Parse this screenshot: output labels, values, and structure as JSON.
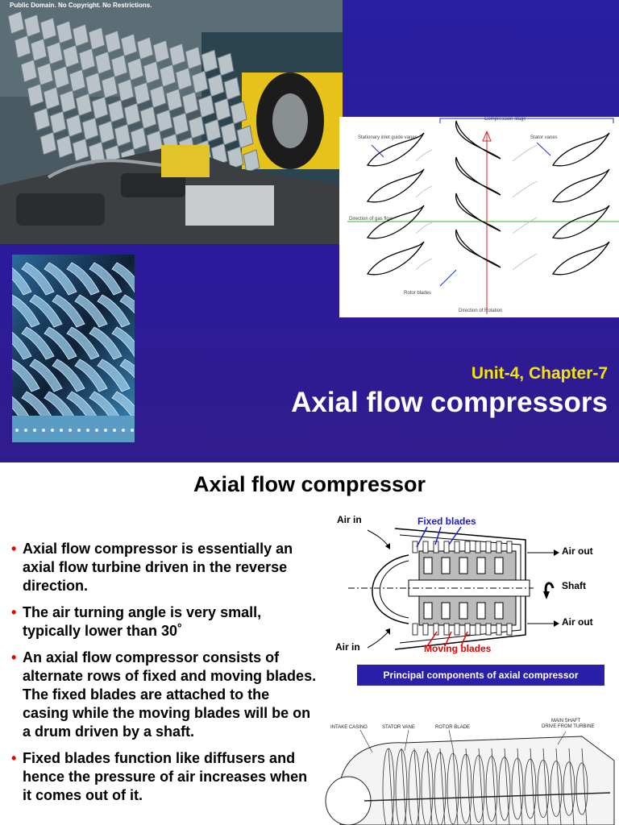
{
  "slide1": {
    "photo_note": "Public Domain. No Copyright. No Restrictions.",
    "unit": "Unit-4, Chapter-7",
    "title": "Axial flow compressors",
    "diagram": {
      "compression_stage": "Compression stage",
      "inlet_guide_vanes": "Stationary inlet guide vanes",
      "stator_vanes": "Stator vanes",
      "gas_flow": "Direction of gas flow",
      "rotor_blades": "Rotor blades",
      "rotation": "Direction of Rotation"
    }
  },
  "slide2": {
    "title": "Axial flow compressor",
    "bullets": [
      "Axial flow compressor is essentially an axial flow turbine driven in the reverse direction.",
      "The air turning angle is very small, typically lower than 30˚",
      "An axial flow compressor consists of alternate rows of fixed and moving blades. The fixed blades are attached to the casing while the moving blades will be on a drum driven by a shaft.",
      "Fixed blades function like diffusers and hence the pressure of air increases when it comes out of it."
    ],
    "diagram": {
      "air_in_top": "Air in",
      "fixed_blades": "Fixed blades",
      "air_out_top": "Air out",
      "shaft": "Shaft",
      "air_out_bottom": "Air out",
      "air_in_bottom": "Air in",
      "moving_blades": "Moving blades"
    },
    "caption": "Principal components of axial compressor",
    "cutaway": {
      "intake_casing": "INTAKE CASING",
      "stator_vane": "STATOR VANE",
      "rotor_blade": "ROTOR BLADE",
      "main_shaft": "MAIN SHAFT",
      "drive": "DRIVE FROM TURBINE"
    }
  },
  "colors": {
    "slide_bg": "#2c1a9c",
    "unit_text": "#f5e600",
    "bullet": "#e00000",
    "fixed_label": "#1a1ad0",
    "moving_label": "#e00000",
    "caption_bg": "#2a1fa8"
  }
}
